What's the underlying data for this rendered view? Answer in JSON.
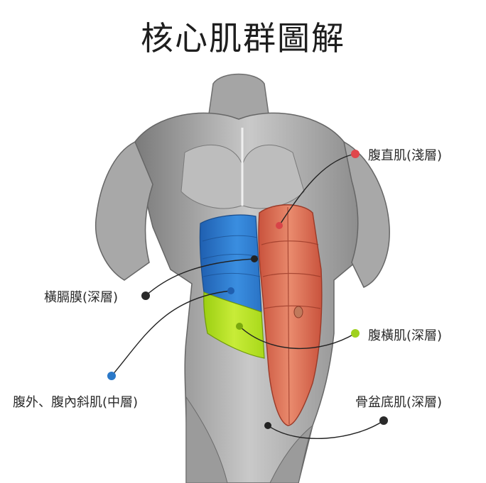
{
  "title": "核心肌群圖解",
  "labels": {
    "rectus_abdominis": "腹直肌(淺層)",
    "diaphragm": "橫膈膜(深層)",
    "transversus_abdominis": "腹橫肌(深層)",
    "obliques": "腹外、腹內斜肌(中層)",
    "pelvic_floor": "骨盆底肌(深層)"
  },
  "colors": {
    "rectus_abdominis": "#e0474c",
    "diaphragm": "#2a2a2a",
    "transversus_abdominis": "#9fd11e",
    "obliques": "#2a78c8",
    "pelvic_floor": "#2a2a2a",
    "muscle_red": "#d9654c",
    "muscle_blue": "#2f7fd0",
    "muscle_green": "#b7e021",
    "body_gray": "#9a9a9a"
  }
}
